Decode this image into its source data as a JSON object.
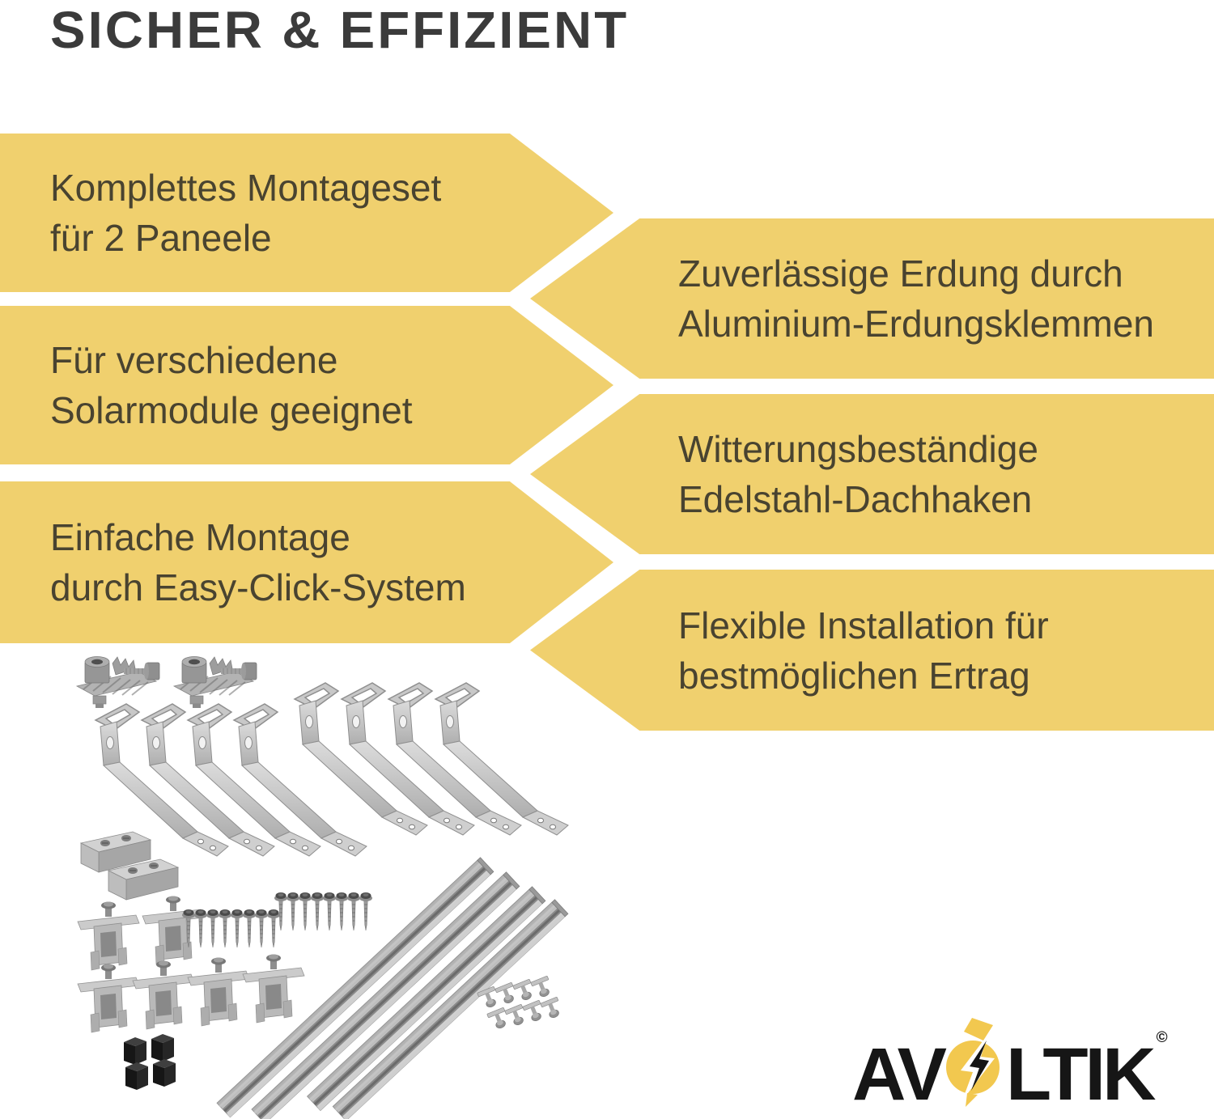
{
  "title": "SICHER & EFFIZIENT",
  "colors": {
    "background": "#ffffff",
    "banner_yellow": "#F0D06E",
    "banner_text": "#494330",
    "title_text": "#3b3b3b",
    "logo_black": "#161616",
    "logo_yellow": "#F2C84F",
    "metal_gray": "#bdbdbd",
    "end_cap_black": "#1b1b1b"
  },
  "banners": {
    "left": [
      {
        "lines": [
          "Komplettes Montageset",
          "für 2 Paneele"
        ]
      },
      {
        "lines": [
          "Für verschiedene",
          "Solarmodule geeignet"
        ]
      },
      {
        "lines": [
          "Einfache Montage",
          "durch Easy-Click-System"
        ]
      }
    ],
    "right": [
      {
        "lines": [
          "Zuverlässige Erdung durch",
          "Aluminium-Erdungsklemmen"
        ]
      },
      {
        "lines": [
          "Witterungsbeständige",
          "Edelstahl-Dachhaken"
        ]
      },
      {
        "lines": [
          "Flexible Installation für",
          "bestmöglichen Ertrag"
        ]
      }
    ]
  },
  "photo": {
    "description": "Product photo of a solar panel roof mounting kit laid out on white",
    "components": [
      {
        "name": "grounding-clamp-assembly",
        "count": 2
      },
      {
        "name": "roof-hook",
        "count": 8
      },
      {
        "name": "rail-connector",
        "count": 2
      },
      {
        "name": "end-clamp",
        "count": 2
      },
      {
        "name": "mid-clamp",
        "count": 4
      },
      {
        "name": "roofing-screw",
        "count": 16
      },
      {
        "name": "t-bolt-with-nut",
        "count": 8
      },
      {
        "name": "end-cap",
        "count": 4
      },
      {
        "name": "mounting-rail",
        "count": 4
      }
    ]
  },
  "logo": {
    "text": "AVOLTIK",
    "left": "AV",
    "right": "LTIK",
    "copyright": "©",
    "mark": "lightning-bolt-icon"
  }
}
